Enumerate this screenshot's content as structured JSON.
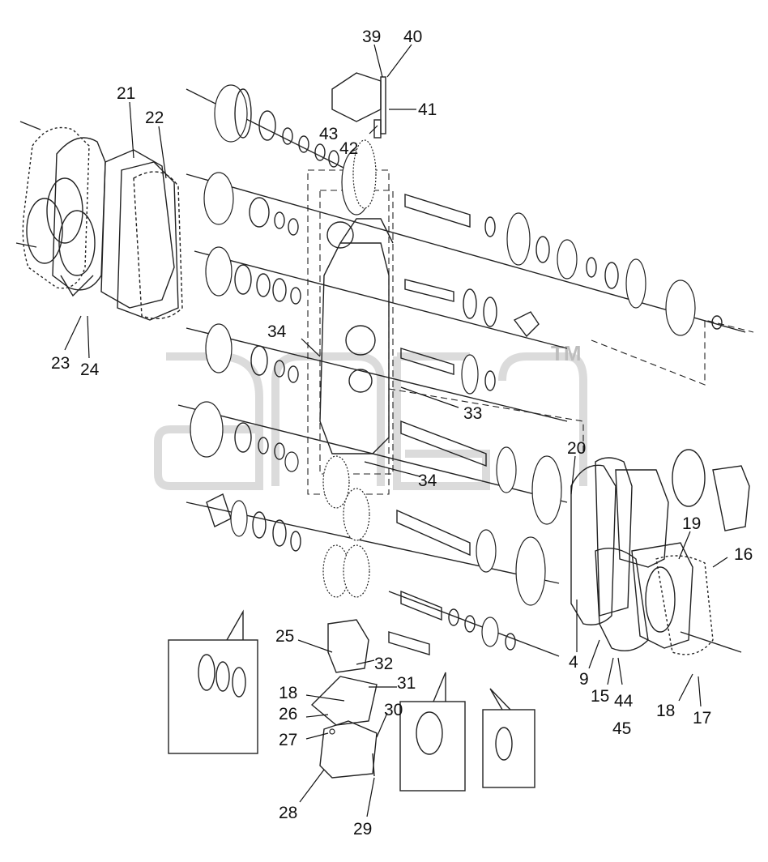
{
  "diagram": {
    "type": "exploded-view",
    "watermark_mark": "TM",
    "callouts": [
      "39",
      "40",
      "41",
      "43",
      "42",
      "21",
      "22",
      "23",
      "24",
      "34",
      "33",
      "34",
      "20",
      "19",
      "16",
      "25",
      "32",
      "31",
      "18",
      "26",
      "30",
      "27",
      "28",
      "29",
      "4",
      "9",
      "15",
      "44",
      "45",
      "18",
      "17"
    ]
  }
}
